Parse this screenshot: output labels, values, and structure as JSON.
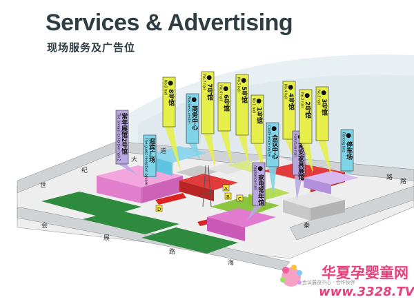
{
  "header": {
    "title": "Services & Advertising",
    "subtitle": "现场服务及广告位"
  },
  "roads": {
    "top_left": "世",
    "top_mid1": "纪",
    "top_mid2": "大",
    "top_mid3": "道",
    "top_right": "路",
    "left_bottom1": "会",
    "left_bottom2": "展",
    "left_bottom3": "路",
    "bottom_mid": "海",
    "right_mid": "秦",
    "right_end": "路"
  },
  "markers": [
    "A",
    "B",
    "C",
    "D"
  ],
  "callouts": [
    {
      "cn": "常年展馆2号馆",
      "en": "The annual exhibition hall 2",
      "color": "#b9a7e0"
    },
    {
      "cn": "迎宾广场",
      "en": "The guest reception square",
      "color": "#7fd3e6"
    },
    {
      "cn": "● 8号馆",
      "en": "No.8 hall",
      "color": "#e6ee4a"
    },
    {
      "cn": "● 商务中心",
      "en": "Business center",
      "color": "#7fd3e6"
    },
    {
      "cn": "● 7号馆",
      "en": "No.7 hall",
      "color": "#e6ee4a"
    },
    {
      "cn": "● 6号馆",
      "en": "No.6 hall",
      "color": "#e6ee4a"
    },
    {
      "cn": "● 5号馆",
      "en": "No.5 hall",
      "color": "#e6ee4a"
    },
    {
      "cn": "● 1号馆",
      "en": "No.1 hall",
      "color": "#e6ee4a"
    },
    {
      "cn": "● 会议中心",
      "en": "Conference center",
      "color": "#7fd3e6"
    },
    {
      "cn": "● 家电常年馆",
      "en": "Appliance hall",
      "color": "#b9a7e0"
    },
    {
      "cn": "● 4号馆",
      "en": "No.4 hall",
      "color": "#e6ee4a"
    },
    {
      "cn": "● 南安家具展馆",
      "en": "Furniture hall",
      "color": "#b9a7e0"
    },
    {
      "cn": "● 2号馆",
      "en": "No.2 hall",
      "color": "#e6ee4a"
    },
    {
      "cn": "● 3号馆",
      "en": "No.3 hall",
      "color": "#e6ee4a"
    },
    {
      "cn": "● 停车场",
      "en": "Parking lots",
      "color": "#7fd3e6"
    }
  ],
  "brand": {
    "name": "华夏孕婴童网",
    "tagline": "会议展览中心 · 合作伙伴",
    "url": "www.3328.TV"
  }
}
